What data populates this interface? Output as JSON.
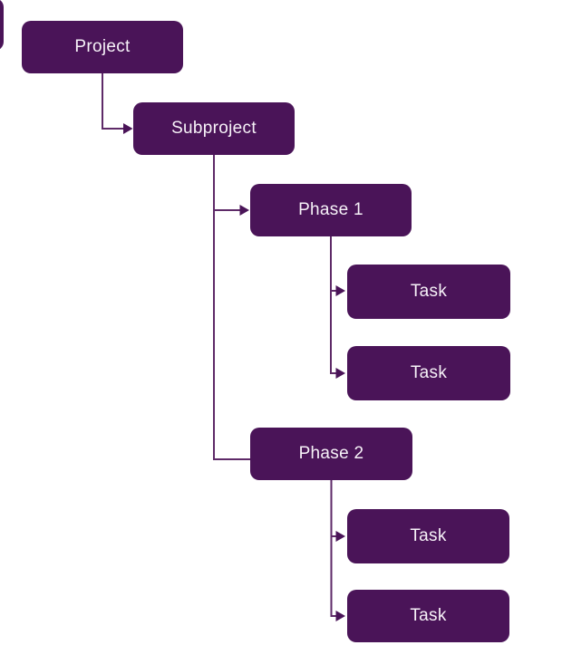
{
  "diagram": {
    "type": "flowchart-tree",
    "background": "#ffffff",
    "description": "Project hierarchy tree with elbow connectors"
  },
  "theme": {
    "node_fill": "#4a1458",
    "edge_color": "#5e2a68",
    "arrow_color": "#4a1458",
    "text_color": "#f7f2f8",
    "background": "#ffffff"
  },
  "nodes": [
    {
      "id": "clipped-left",
      "label": ""
    },
    {
      "id": "project",
      "label": "Project"
    },
    {
      "id": "subproject",
      "label": "Subproject"
    },
    {
      "id": "phase-1",
      "label": "Phase 1"
    },
    {
      "id": "task-1",
      "label": "Task"
    },
    {
      "id": "task-2",
      "label": "Task"
    },
    {
      "id": "phase-2",
      "label": "Phase 2"
    },
    {
      "id": "task-3",
      "label": "Task"
    },
    {
      "id": "task-4",
      "label": "Task"
    }
  ],
  "edges": [
    {
      "from": "project",
      "to": "subproject",
      "arrow": true
    },
    {
      "from": "subproject",
      "to": "phase-1",
      "arrow": true
    },
    {
      "from": "subproject",
      "to": "phase-2",
      "arrow": false
    },
    {
      "from": "phase-1",
      "to": "task-1",
      "arrow": true
    },
    {
      "from": "phase-1",
      "to": "task-2",
      "arrow": true
    },
    {
      "from": "phase-2",
      "to": "task-3",
      "arrow": true
    },
    {
      "from": "phase-2",
      "to": "task-4",
      "arrow": true
    }
  ]
}
